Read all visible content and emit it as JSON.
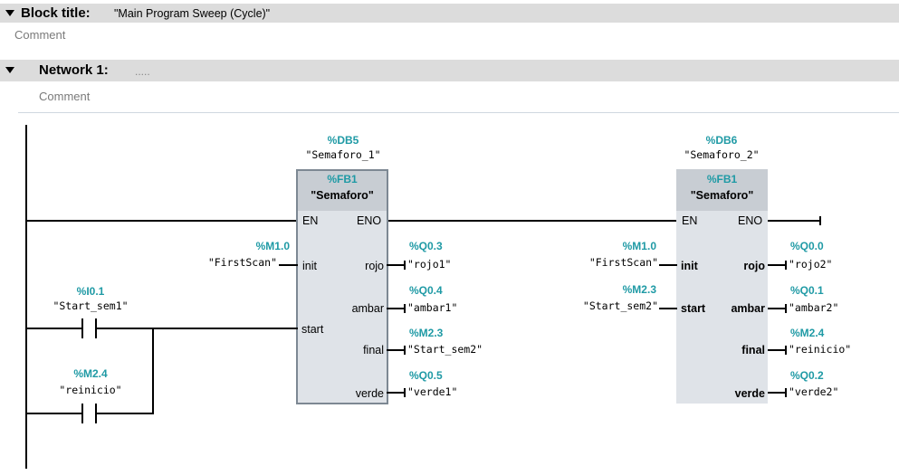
{
  "block": {
    "label": "Block title:",
    "title": "\"Main Program Sweep (Cycle)\"",
    "comment": "Comment"
  },
  "network": {
    "label": "Network 1:",
    "title": ".....",
    "comment": "Comment"
  },
  "fb1": {
    "db_addr": "%DB5",
    "db_name": "\"Semaforo_1\"",
    "fb_addr": "%FB1",
    "fb_name": "\"Semaforo\"",
    "pins": {
      "en": "EN",
      "eno": "ENO",
      "init": "init",
      "start": "start",
      "rojo": "rojo",
      "ambar": "ambar",
      "final": "final",
      "verde": "verde"
    },
    "inputs": {
      "init_addr": "%M1.0",
      "init_tag": "\"FirstScan\""
    },
    "outputs": {
      "rojo_addr": "%Q0.3",
      "rojo_tag": "\"rojo1\"",
      "ambar_addr": "%Q0.4",
      "ambar_tag": "\"ambar1\"",
      "final_addr": "%M2.3",
      "final_tag": "\"Start_sem2\"",
      "verde_addr": "%Q0.5",
      "verde_tag": "\"verde1\""
    }
  },
  "fb2": {
    "db_addr": "%DB6",
    "db_name": "\"Semaforo_2\"",
    "fb_addr": "%FB1",
    "fb_name": "\"Semaforo\"",
    "pins": {
      "en": "EN",
      "eno": "ENO",
      "init": "init",
      "start": "start",
      "rojo": "rojo",
      "ambar": "ambar",
      "final": "final",
      "verde": "verde"
    },
    "inputs": {
      "init_addr": "%M1.0",
      "init_tag": "\"FirstScan\"",
      "start_addr": "%M2.3",
      "start_tag": "\"Start_sem2\""
    },
    "outputs": {
      "rojo_addr": "%Q0.0",
      "rojo_tag": "\"rojo2\"",
      "ambar_addr": "%Q0.1",
      "ambar_tag": "\"ambar2\"",
      "final_addr": "%M2.4",
      "final_tag": "\"reinicio\"",
      "verde_addr": "%Q0.2",
      "verde_tag": "\"verde2\""
    }
  },
  "contacts": [
    {
      "addr": "%I0.1",
      "tag": "\"Start_sem1\""
    },
    {
      "addr": "%M2.4",
      "tag": "\"reinicio\""
    }
  ]
}
